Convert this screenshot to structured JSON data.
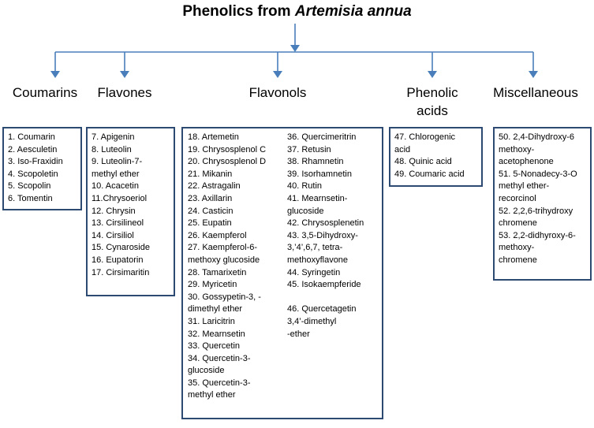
{
  "title": {
    "plain": "Phenolics from ",
    "italic": "Artemisia annua"
  },
  "categories": {
    "coumarins": "Coumarins",
    "flavones": "Flavones",
    "flavonols": "Flavonols",
    "phenolic_acids": "Phenolic\nacids",
    "miscellaneous": "Miscellaneous"
  },
  "lists": {
    "coumarins": [
      "1.  Coumarin",
      "2.  Aesculetin",
      "3.  Iso-Fraxidin",
      "4.  Scopoletin",
      "5.  Scopolin",
      "6.  Tomentin"
    ],
    "flavones": [
      "7.  Apigenin",
      "8.  Luteolin",
      "9.  Luteolin-7-\n     methyl ether",
      "10. Acacetin",
      "11.Chrysoeriol",
      "12. Chrysin",
      "13. Cirsilineol",
      "14. Cirsiliol",
      "15. Cynaroside",
      "16. Eupatorin",
      "17. Cirsimaritin"
    ],
    "flavonols_left": [
      "18. Artemetin",
      "19. Chrysosplenol C",
      "20. Chrysosplenol D",
      "21. Mikanin",
      "22. Astragalin",
      "23. Axillarin",
      "24. Casticin",
      "25. Eupatin",
      "26. Kaempferol",
      "27. Kaempferol-6-\n      methoxy glucoside",
      "28. Tamarixetin",
      "29. Myricetin",
      "30. Gossypetin-3, -\n      dimethyl ether",
      "31. Laricitrin",
      "32. Mearnsetin",
      "33. Quercetin",
      "34. Quercetin-3-\n      glucoside",
      "35. Quercetin-3-\n      methyl ether"
    ],
    "flavonols_right": [
      "36. Quercimeritrin",
      "37. Retusin",
      "38. Rhamnetin",
      "39. Isorhamnetin",
      "40. Rutin",
      "41. Mearnsetin-\n      glucoside",
      " 42. Chrysosplenetin",
      " 43. 3,5-Dihydroxy-\n       3,’4’,6,7, tetra-\n       methoxyflavone",
      "44. Syringetin",
      "45. Isokaempferide",
      "",
      "46. Quercetagetin\n      3,4’-dimethyl\n      -ether"
    ],
    "phenolic_acids": [
      "47. Chlorogenic\n      acid",
      "48. Quinic acid",
      "49. Coumaric acid"
    ],
    "miscellaneous": [
      "50. 2,4-Dihydroxy-6\n      methoxy-\n      acetophenone",
      "51. 5-Nonadecy-3-O\n      methyl ether-\n      recorcinol",
      "52. 2,2,6-trihydroxy\n      chromene",
      "53. 2,2-didhyroxy-6-\n      methoxy-\n      chromene"
    ]
  },
  "colors": {
    "connector": "#4a7ebb",
    "box_border": "#2c4a72"
  }
}
